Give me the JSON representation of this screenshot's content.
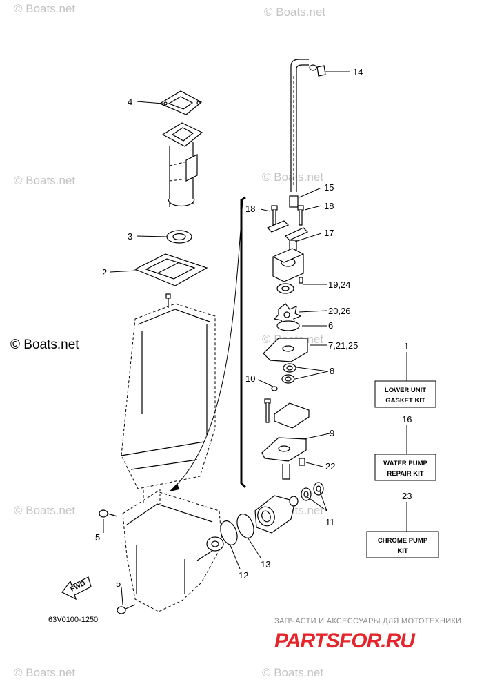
{
  "watermarks": {
    "small": "© Boats.net",
    "large": "© Boats.net"
  },
  "callouts": {
    "c1": "1",
    "c2": "2",
    "c3": "3",
    "c4": "4",
    "c5a": "5",
    "c5b": "5",
    "c6": "6",
    "c7": "7,21,25",
    "c8": "8",
    "c9": "9",
    "c10": "10",
    "c11": "11",
    "c12": "12",
    "c13": "13",
    "c14": "14",
    "c15": "15",
    "c16": "16",
    "c17": "17",
    "c18a": "18",
    "c18b": "18",
    "c19": "19,24",
    "c20": "20,26",
    "c22": "22",
    "c23": "23"
  },
  "kits": {
    "gasket_line1": "LOWER UNIT",
    "gasket_line2": "GASKET KIT",
    "water_line1": "WATER PUMP",
    "water_line2": "REPAIR KIT",
    "chrome_line1": "CHROME PUMP",
    "chrome_line2": "KIT"
  },
  "fwd_label": "FWD",
  "diagram_code": "63V0100-1250",
  "site": {
    "tagline": "ЗАПЧАСТИ И АКСЕССУАРЫ ДЛЯ МОТОТЕХНИКИ",
    "logo": "PARTSFOR.RU"
  },
  "colors": {
    "background": "#ffffff",
    "line": "#000000",
    "watermark": "#c4c4c4",
    "logo_red": "#e4262c"
  }
}
